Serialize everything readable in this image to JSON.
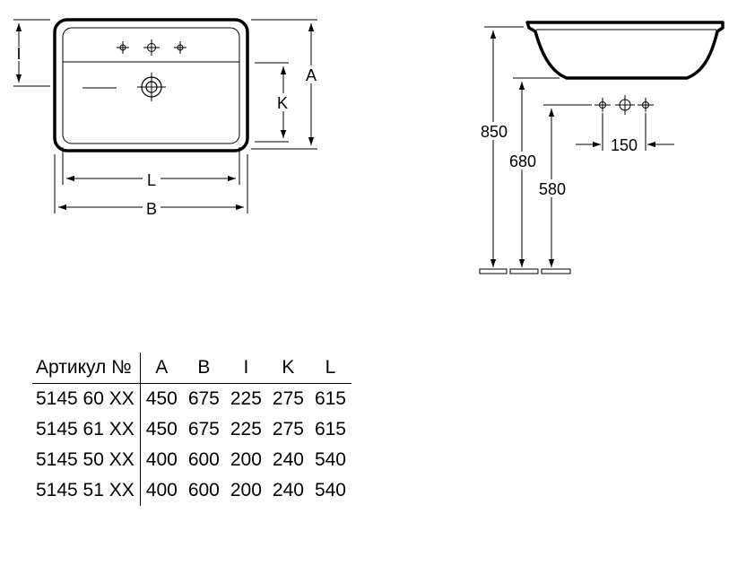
{
  "top_view": {
    "dims": {
      "A": "A",
      "K": "K",
      "I": "I",
      "L": "L",
      "B": "B"
    }
  },
  "side_view": {
    "heights": [
      "850",
      "680",
      "580"
    ],
    "tap_spacing": "150"
  },
  "table": {
    "headers": [
      "Артикул №",
      "A",
      "B",
      "I",
      "K",
      "L"
    ],
    "rows": [
      [
        "5145 60 XX",
        "450",
        "675",
        "225",
        "275",
        "615"
      ],
      [
        "5145 61 XX",
        "450",
        "675",
        "225",
        "275",
        "615"
      ],
      [
        "5145 50 XX",
        "400",
        "600",
        "200",
        "240",
        "540"
      ],
      [
        "5145 51 XX",
        "400",
        "600",
        "200",
        "240",
        "540"
      ]
    ]
  }
}
